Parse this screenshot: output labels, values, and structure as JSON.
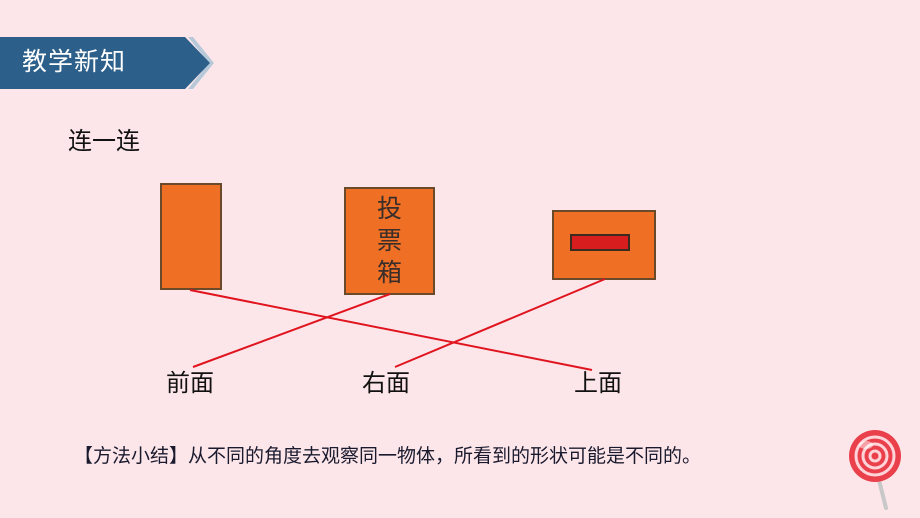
{
  "header": {
    "title": "教学新知"
  },
  "section": {
    "title": "连一连"
  },
  "shapes": {
    "ballot_box_lines": [
      "投",
      "票",
      "箱"
    ]
  },
  "labels": {
    "front": "前面",
    "right": "右面",
    "top": "上面"
  },
  "summary": {
    "text": "【方法小结】从不同的角度去观察同一物体，所看到的形状可能是不同的。"
  },
  "colors": {
    "banner": "#2c5f8a",
    "shape_fill": "#ef6f24",
    "line": "#e0141e",
    "background": "#fde6ea"
  }
}
